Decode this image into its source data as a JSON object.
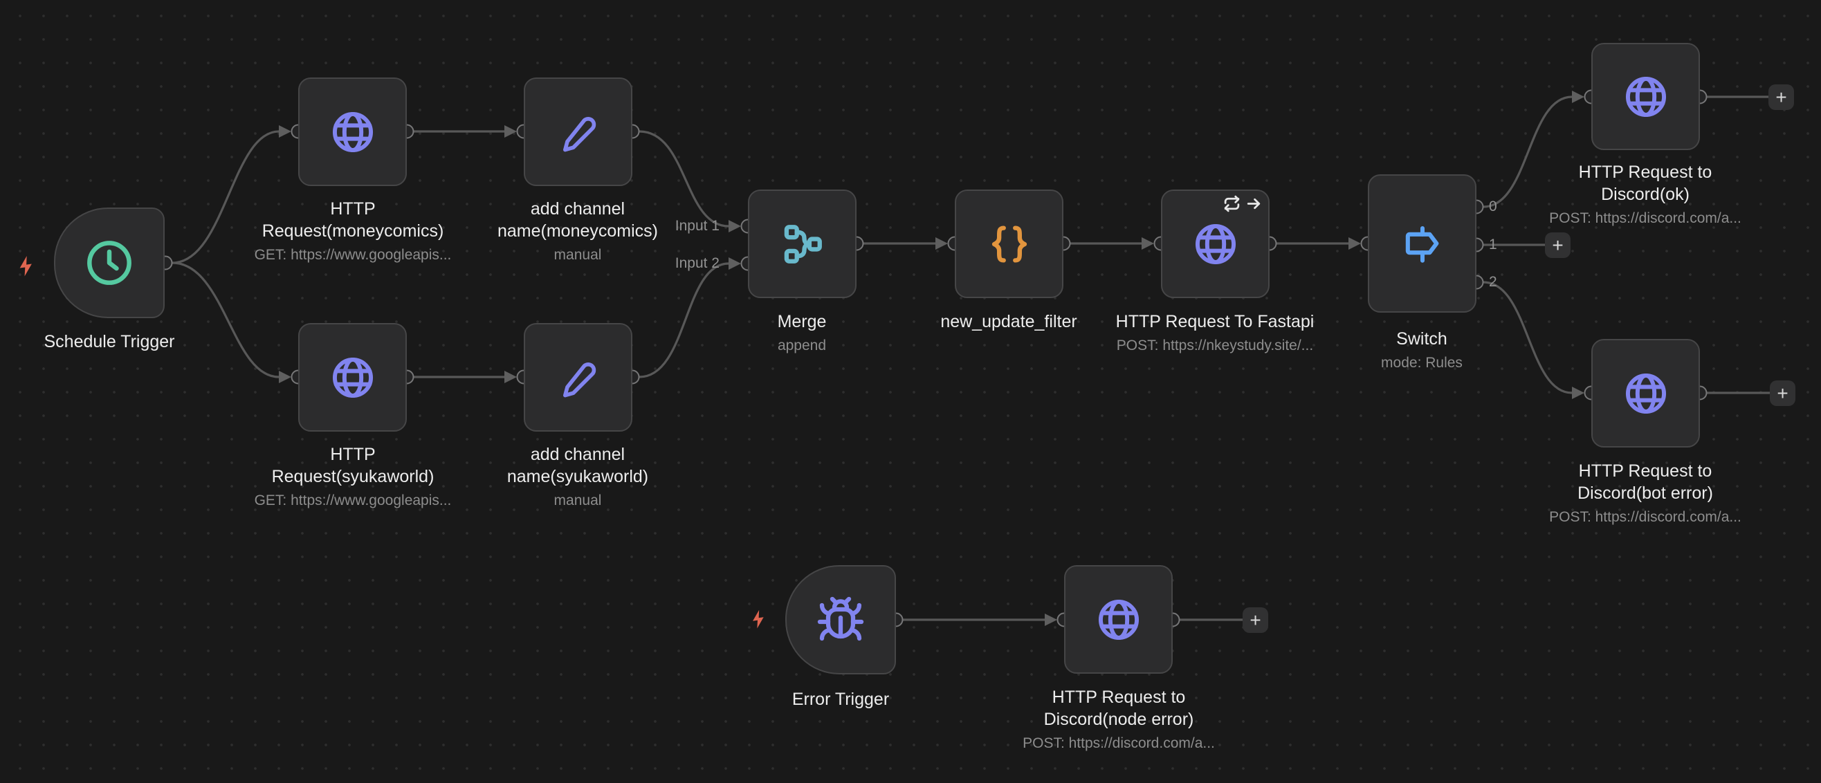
{
  "canvas": {
    "background": "#191919",
    "dot_color": "#2e2e2e"
  },
  "colors": {
    "node_icon_purple": "#8184ef",
    "trigger_green": "#55c9a0",
    "merge_teal": "#69b9cc",
    "code_orange": "#e2953e",
    "switch_blue": "#5ca3f4",
    "bolt_orange": "#df6550",
    "wire_gray": "#585858"
  },
  "nodes": [
    {
      "id": "schedule-trigger",
      "title": "Schedule Trigger",
      "subtitle": "",
      "icon": "clock-icon",
      "shape": "trigger"
    },
    {
      "id": "http-request-moneycomics",
      "title": "HTTP Request(moneycomics)",
      "subtitle": "GET: https://www.googleapis...",
      "icon": "globe-icon",
      "shape": "default"
    },
    {
      "id": "add-channel-name-moneycomics",
      "title": "add channel name(moneycomics)",
      "subtitle": "manual",
      "icon": "pencil-icon",
      "shape": "default"
    },
    {
      "id": "http-request-syukaworld",
      "title": "HTTP Request(syukaworld)",
      "subtitle": "GET: https://www.googleapis...",
      "icon": "globe-icon",
      "shape": "default"
    },
    {
      "id": "add-channel-name-syukaworld",
      "title": "add channel name(syukaworld)",
      "subtitle": "manual",
      "icon": "pencil-icon",
      "shape": "default"
    },
    {
      "id": "merge",
      "title": "Merge",
      "subtitle": "append",
      "icon": "merge-icon",
      "shape": "default"
    },
    {
      "id": "new-update-filter",
      "title": "new_update_filter",
      "subtitle": "",
      "icon": "code-braces-icon",
      "shape": "default"
    },
    {
      "id": "http-request-to-fastapi",
      "title": "HTTP Request To Fastapi",
      "subtitle": "POST: https://nkeystudy.site/...",
      "icon": "globe-icon",
      "shape": "default",
      "settings_icons": [
        "retry-icon",
        "arrow-right-icon"
      ]
    },
    {
      "id": "switch",
      "title": "Switch",
      "subtitle": "mode: Rules",
      "icon": "signpost-icon",
      "shape": "default"
    },
    {
      "id": "http-request-to-discord-ok",
      "title": "HTTP Request to Discord(ok)",
      "subtitle": "POST: https://discord.com/a...",
      "icon": "globe-icon",
      "shape": "default"
    },
    {
      "id": "http-request-to-discord-bot-error",
      "title": "HTTP Request to Discord(bot error)",
      "subtitle": "POST: https://discord.com/a...",
      "icon": "globe-icon",
      "shape": "default"
    },
    {
      "id": "error-trigger",
      "title": "Error Trigger",
      "subtitle": "",
      "icon": "bug-icon",
      "shape": "trigger"
    },
    {
      "id": "http-request-to-discord-node-error",
      "title": "HTTP Request to Discord(node error)",
      "subtitle": "POST: https://discord.com/a...",
      "icon": "globe-icon",
      "shape": "default"
    }
  ],
  "labels": {
    "merge_inputs": [
      "Input 1",
      "Input 2"
    ],
    "switch_outputs": [
      "0",
      "1",
      "2"
    ]
  },
  "ui": {
    "plus": "+"
  }
}
